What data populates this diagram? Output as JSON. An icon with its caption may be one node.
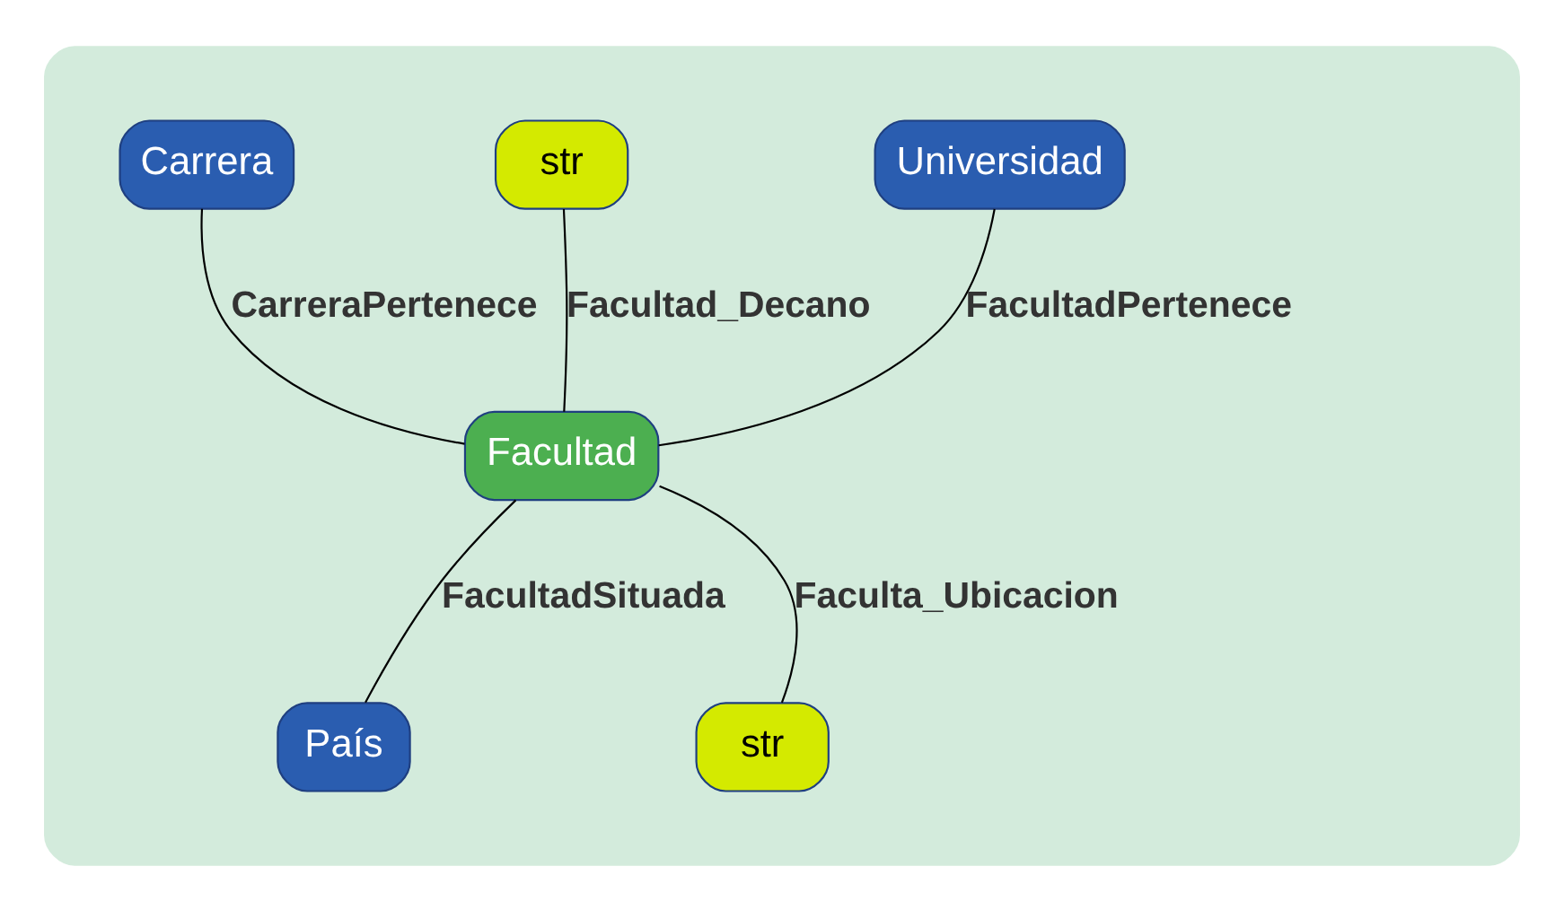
{
  "diagram": {
    "nodes": [
      {
        "text": [],
        "shape": "ellipse"
      },
      {
        "text": [
          "str"
        ],
        "in": 0
      },
      {
        "text": [
          "Universidad"
        ],
        "in": 0
      },
      {
        "text": [
          "Carrera"
        ],
        "in": 0
      },
      {
        "text": [
          "Facultad"
        ],
        "in": 0
      },
      {
        "text": [
          "País"
        ],
        "in": 0
      },
      {
        "text": [
          "str"
        ],
        "in": 0
      }
    ],
    "edges": [
      {
        "from": 4,
        "to": 1,
        "arrow": "none",
        "label": "Facultad_Decano"
      },
      {
        "from": 4,
        "to": 2,
        "arrow": "none",
        "label": "FacultadPertenece"
      },
      {
        "from": 4,
        "to": 3,
        "arrow": "none",
        "label": "CarreraPertenece"
      },
      {
        "from": 4,
        "to": 5,
        "arrow": "none",
        "label": "FacultadSituada"
      },
      {
        "from": 4,
        "to": 6,
        "arrow": "none",
        "label": "Faculta_Ubicacion"
      }
    ]
  }
}
